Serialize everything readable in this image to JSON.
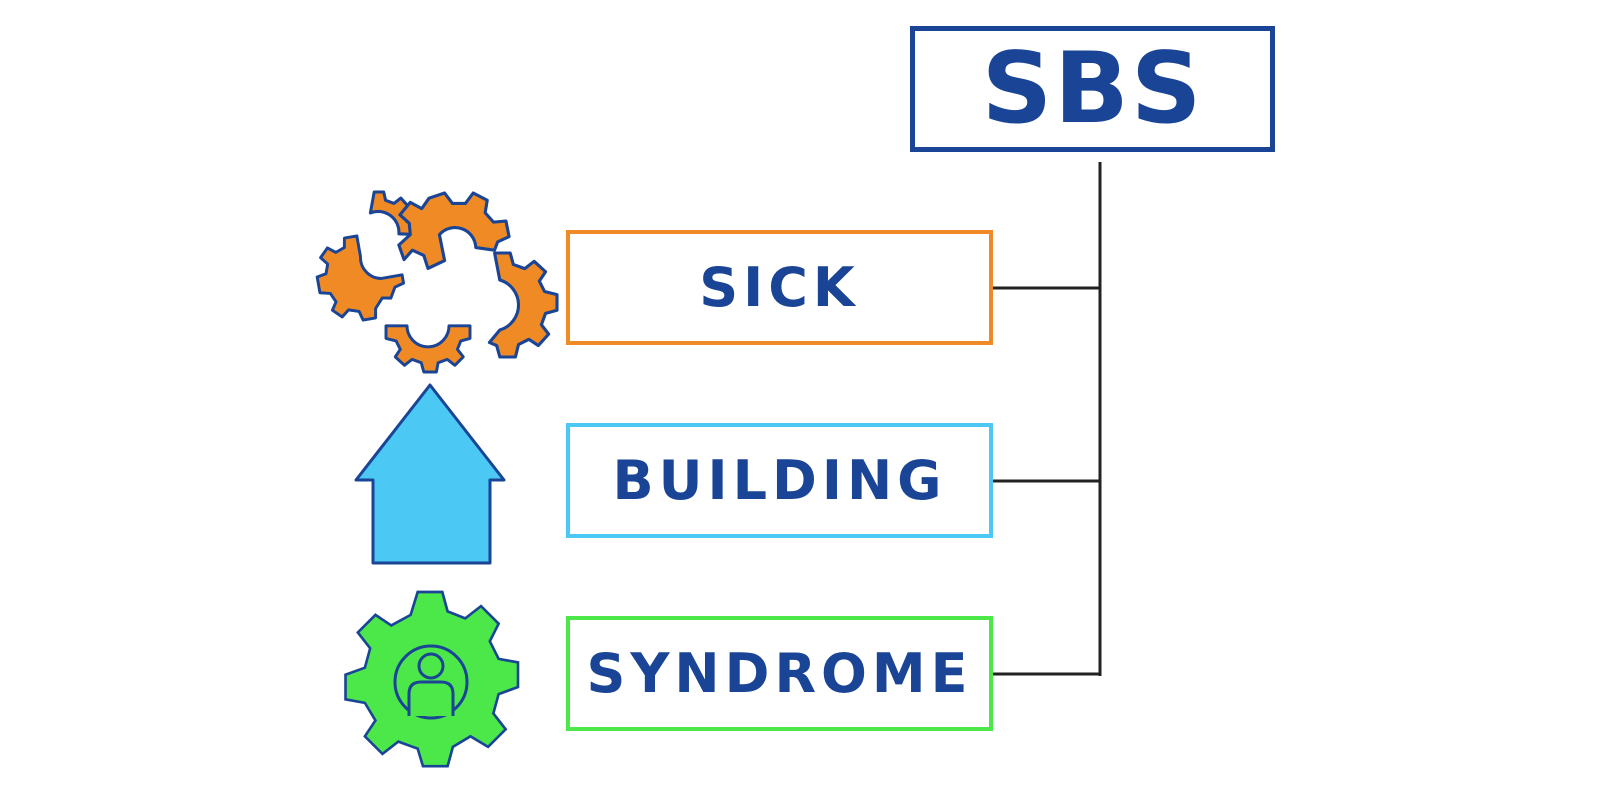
{
  "acronym": "SBS",
  "words": [
    {
      "text": "SICK",
      "icon": "gears-icon",
      "color": "#f08a24"
    },
    {
      "text": "BUILDING",
      "icon": "house-icon",
      "color": "#4cc8f4"
    },
    {
      "text": "SYNDROME",
      "icon": "user-gear-icon",
      "color": "#4ce84a"
    }
  ],
  "colors": {
    "text": "#1a4596",
    "connector": "#222222",
    "icon_outline": "#1a4596"
  }
}
